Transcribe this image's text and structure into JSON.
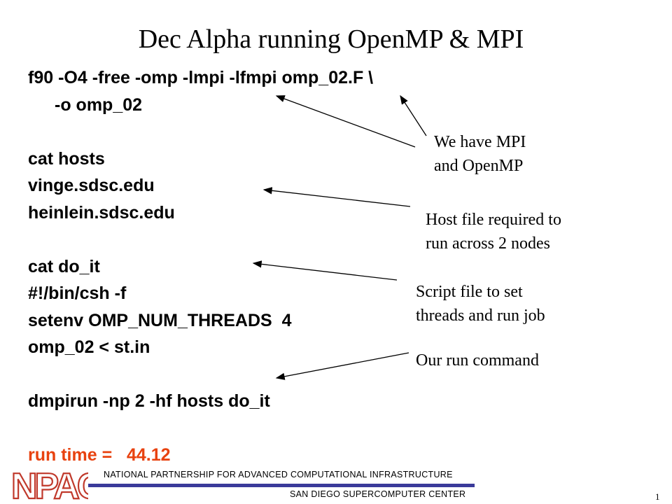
{
  "title": "Dec Alpha  running OpenMP & MPI",
  "code": {
    "compile_line1": "f90 -O4 -free -omp -lmpi -lfmpi omp_02.F \\",
    "compile_line2": "-o omp_02",
    "cat_hosts": "cat hosts",
    "host1": "vinge.sdsc.edu",
    "host2": "heinlein.sdsc.edu",
    "cat_doit": "cat do_it",
    "shebang": "#!/bin/csh -f",
    "setenv": "setenv OMP_NUM_THREADS  4",
    "run_prog": "omp_02 < st.in",
    "dmpirun": "dmpirun -np 2 -hf hosts do_it",
    "runtime": "run time =   44.12"
  },
  "notes": {
    "mpi_line1": "We have MPI",
    "mpi_line2": "and OpenMP",
    "host_line1": "Host file required to",
    "host_line2": "run across 2 nodes",
    "script_line1": "Script file to set",
    "script_line2": "threads and run job",
    "run_line1": "Our run command"
  },
  "footer": {
    "logo_text": "NPACI",
    "org_line": "NATIONAL PARTNERSHIP FOR ADVANCED COMPUTATIONAL INFRASTRUCTURE",
    "center_line": "SAN DIEGO SUPERCOMPUTER CENTER",
    "page_number": "1"
  },
  "colors": {
    "runtime_text": "#e8420f",
    "footer_rule": "#3a3a9a",
    "logo_red": "#c0392b"
  }
}
